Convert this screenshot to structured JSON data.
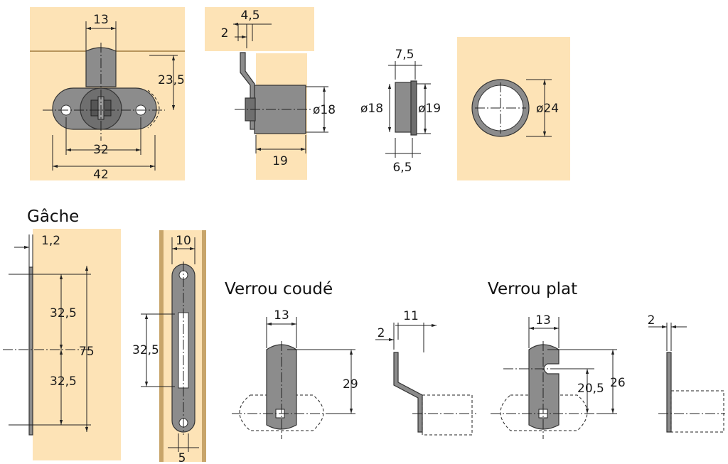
{
  "colors": {
    "wood": "#fde3b6",
    "metal": "#8c8c8c",
    "line": "#222222"
  },
  "top_views": {
    "front": {
      "d_width": "13",
      "d_height": "23,5",
      "d_holes": "32",
      "d_total": "42"
    },
    "side": {
      "d_a": "4,5",
      "d_b": "2",
      "d_diam": "ø18",
      "d_depth": "19"
    },
    "bushing": {
      "d_top": "7,5",
      "d_in": "ø18",
      "d_out": "ø19",
      "d_bottom": "6,5"
    },
    "hole": {
      "d_diam": "ø24"
    }
  },
  "gache": {
    "title": "Gâche",
    "side": {
      "d_thick": "1,2",
      "d_upper": "32,5",
      "d_lower": "32,5",
      "d_total": "75"
    },
    "front": {
      "d_width": "10",
      "d_spacing": "32,5",
      "d_slot": "5"
    }
  },
  "verrou_coude": {
    "title": "Verrou coudé",
    "front": {
      "d_width": "13",
      "d_height": "29"
    },
    "side": {
      "d_thick": "2",
      "d_offset": "11"
    }
  },
  "verrou_plat": {
    "title": "Verrou plat",
    "front": {
      "d_width": "13",
      "d_notch": "20,5",
      "d_height": "26"
    },
    "side": {
      "d_thick": "2"
    }
  }
}
